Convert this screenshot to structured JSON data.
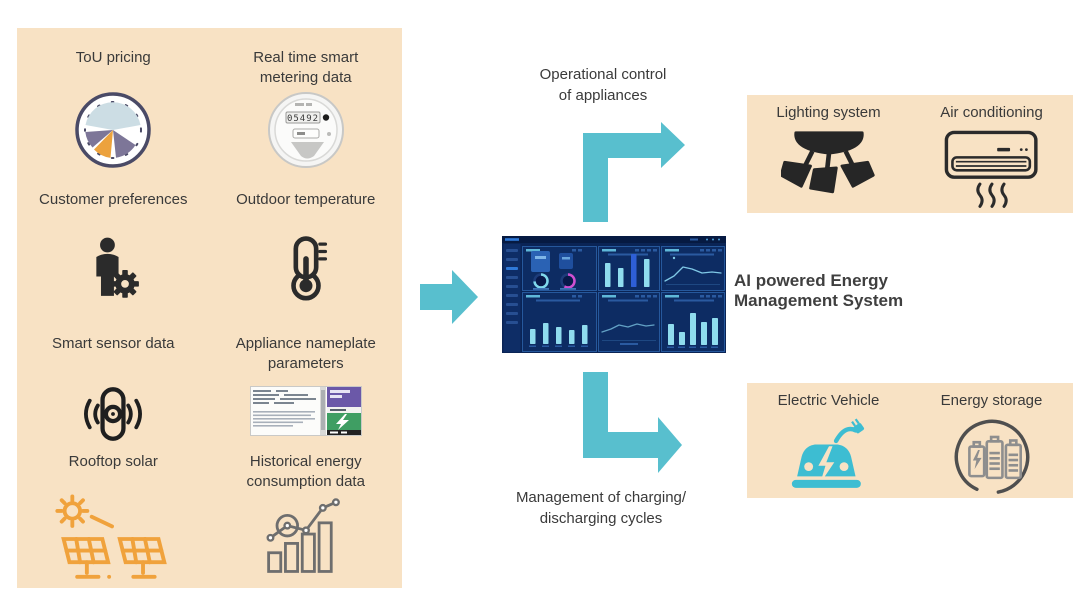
{
  "colors": {
    "panel_bg": "#f8e2c4",
    "arrow_teal": "#58bfce",
    "label_text": "#3a3a3a",
    "title_text": "#3f3f3f",
    "solar_orange": "#f0a23c",
    "ev_teal": "#3dbdd2",
    "dark_icon": "#2b2b2b",
    "gray_icon": "#6e6e6e",
    "battery_gray": "#8e8e8e",
    "dashboard_navy": "#0a2455"
  },
  "inputs": {
    "items": [
      {
        "label": "ToU pricing",
        "icon": "tou-pricing-clock-icon"
      },
      {
        "label": "Real time smart metering data",
        "icon": "smart-meter-icon"
      },
      {
        "label": "Customer preferences",
        "icon": "person-gear-icon"
      },
      {
        "label": "Outdoor temperature",
        "icon": "thermometer-icon"
      },
      {
        "label": "Smart sensor data",
        "icon": "wireless-sensor-icon"
      },
      {
        "label": "Appliance nameplate parameters",
        "icon": "nameplate-label-icon"
      },
      {
        "label": "Rooftop solar",
        "icon": "solar-panels-icon"
      },
      {
        "label": "Historical energy consumption data",
        "icon": "bar-line-chart-icon"
      }
    ],
    "meter_reading": "05492"
  },
  "flow": {
    "top_label_lines": [
      "Operational control",
      "of appliances"
    ],
    "bottom_label_lines": [
      "Management of charging/",
      "discharging cycles"
    ]
  },
  "system": {
    "title_lines": [
      "AI powered Energy",
      "Management System"
    ]
  },
  "outputs_top": {
    "items": [
      {
        "label": "Lighting system",
        "icon": "ceiling-lights-icon"
      },
      {
        "label": "Air conditioning",
        "icon": "air-conditioner-icon"
      }
    ]
  },
  "outputs_bottom": {
    "items": [
      {
        "label": "Electric Vehicle",
        "icon": "electric-car-icon"
      },
      {
        "label": "Energy storage",
        "icon": "battery-storage-icon"
      }
    ]
  },
  "dashboard": {
    "charts": {
      "top_mid_bars": [
        24,
        19,
        33,
        28
      ],
      "top_mid_highlight_index": 2,
      "top_right_line": [
        [
          163,
          45
        ],
        [
          172,
          40
        ],
        [
          181,
          31
        ],
        [
          190,
          33
        ],
        [
          200,
          37
        ],
        [
          210,
          36
        ],
        [
          219,
          37
        ]
      ],
      "bottom_left_bars": [
        15,
        21,
        17,
        14,
        19
      ],
      "bottom_mid_line": [
        [
          100,
          96
        ],
        [
          109,
          93
        ],
        [
          117,
          89
        ],
        [
          126,
          91
        ],
        [
          135,
          88
        ],
        [
          144,
          90
        ],
        [
          152,
          89
        ]
      ],
      "bottom_right_bars": [
        21,
        13,
        32,
        23,
        27
      ]
    },
    "gauge_colors": [
      "#7fd8ec",
      "#d04fd0"
    ],
    "bar_color": "#8fdcee",
    "bar_highlight_color": "#2e5fd6",
    "line_color": "#7fc8e6"
  }
}
